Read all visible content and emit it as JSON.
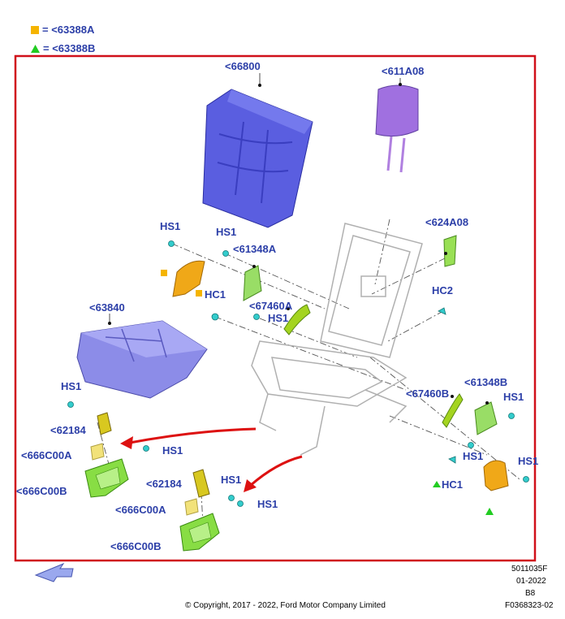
{
  "legend": {
    "items": [
      {
        "symbol": "square",
        "color": "#f5b400",
        "text": "= <63388A"
      },
      {
        "symbol": "triangle",
        "color": "#22cc22",
        "text": "= <63388B"
      }
    ]
  },
  "frame_color": "#d0101a",
  "labels": {
    "seat_back_pad": "<66800",
    "headrest": "<611A08",
    "guide_624a08": "<624A08",
    "hs1_top_a": "HS1",
    "hs1_top_b": "HS1",
    "trim_61348a": "<61348A",
    "hc1_top": "HC1",
    "cover_67460a": "<67460A",
    "hs1_mid": "HS1",
    "hc2": "HC2",
    "cushion_pad": "<63840",
    "hs1_left": "HS1",
    "bracket_62184_left": "<62184",
    "cover_666c00a_left": "<666C00A",
    "hs1_left_b": "HS1",
    "cover_666c00b_left": "<666C00B",
    "bracket_62184_right": "<62184",
    "hs1_center_a": "HS1",
    "hs1_center_b": "HS1",
    "cover_666c00a_right": "<666C00A",
    "cover_666c00b_right": "<666C00B",
    "cover_67460b": "<67460B",
    "trim_61348b": "<61348B",
    "hs1_right_a": "HS1",
    "hs1_right_b": "HS1",
    "hs1_right_c": "HS1",
    "hc1_bottom": "HC1"
  },
  "footer": {
    "ref_number": "5011035F",
    "date": "01-2022",
    "code": "B8",
    "copyright": "© Copyright, 2017 - 2022, Ford Motor Company Limited",
    "figure_id": "F0368323-02"
  },
  "colors": {
    "label": "#2c3fa8",
    "pad_blue": "#5a5ee0",
    "headrest_purple": "#a070e0",
    "green_part": "#88dd44",
    "yellow_part": "#d8c820",
    "orange_part": "#f0a818",
    "cushion_blue": "#8c8ce8",
    "clip_cyan": "#33cccc",
    "arrow_red": "#dd1111"
  },
  "icons": {
    "arrow": "view-direction-arrow-icon"
  }
}
